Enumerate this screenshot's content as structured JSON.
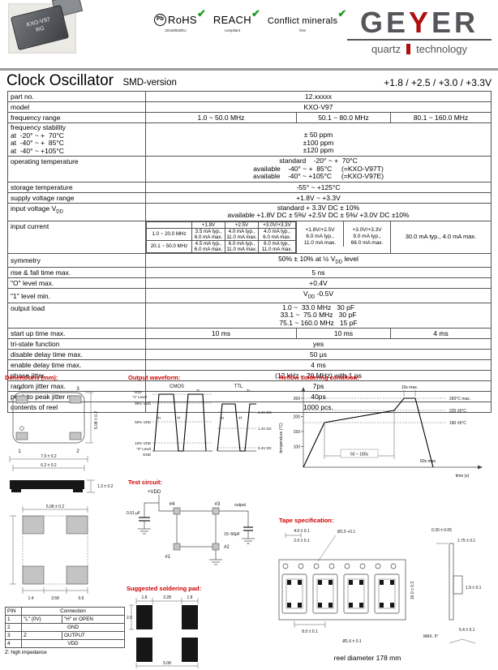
{
  "header": {
    "chip": {
      "line1": "KXO-V97",
      "line2": "RG"
    },
    "badges": {
      "pb": "Pb",
      "rohs": "RoHS",
      "rohs_sub": "2015/863/EU",
      "reach": "REACH",
      "reach_sub": "compliant",
      "conflict": "Conflict minerals",
      "conflict_sub": "free",
      "check": "✔"
    },
    "brand": {
      "ge": "GE",
      "y": "Y",
      "er": "ER",
      "tag_left": "quartz",
      "tag_right": "technology"
    }
  },
  "title": {
    "main": "Clock Oscillator",
    "version": "SMD-version",
    "voltages": "+1.8 / +2.5 / +3.0 / +3.3V"
  },
  "table": {
    "part_no": {
      "label": "part no.",
      "value": "12.xxxxx"
    },
    "model": {
      "label": "model",
      "value": "KXO-V97"
    },
    "frequency_range": {
      "label": "frequency range",
      "v1": "1.0 ~ 50.0 MHz",
      "v2": "50.1 ~ 80.0 MHz",
      "v3": "80.1 ~ 160.0 MHz"
    },
    "frequency_stability": {
      "label": "frequency stability",
      "l1": "at  -20° ~ +  70°C",
      "l2": "at  -40° ~ +  85°C",
      "l3": "at  -40° ~ +105°C",
      "v1": "± 50 ppm",
      "v2": "±100 ppm",
      "v3": "±120 ppm"
    },
    "operating_temperature": {
      "label": "operating temperature",
      "v1": "standard    -20° ~ +  70°C",
      "v2": "available    -40° ~ +  85°C     (=KXO-V97T)",
      "v3": "available    -40° ~ +105°C     (=KXO-V97E)"
    },
    "storage_temperature": {
      "label": "storage temperature",
      "value": "-55° ~ +125°C"
    },
    "supply_voltage": {
      "label": "supply voltage range",
      "value": "+1.8V ~ +3.3V"
    },
    "input_voltage": {
      "label_pre": "input voltage V",
      "label_sub": "DD",
      "v1": "standard + 3.3V DC ± 10%",
      "v2": "available +1.8V DC ± 5%/ +2.5V DC ± 5%/ +3.0V DC ±10%"
    },
    "input_current": {
      "label": "input current",
      "h1": "+1.8V",
      "h2": "+2.5V",
      "h3": "+3.0V/+3.3V",
      "f1": "1.0 ~ 20.0 MHz",
      "f2": "20.1 ~ 50.0 MHz",
      "a1t": "3.5 mA typ.,",
      "a1m": "6.0 mA max.",
      "a2t": "4.0 mA typ.,",
      "a2m": "11.0 mA max.",
      "a3t": "4.0 mA typ.,",
      "a3m": "6.0 mA max.",
      "b1t": "4.5 mA typ.,",
      "b1m": "6.0 mA max.",
      "b2t": "6.0 mA typ.,",
      "b2m": "11.0 mA max.",
      "b3t": "6.0 mA typ.,",
      "b3m": "11.0 mA max.",
      "m1h": "+1.8V/+2.5V",
      "m1t": "6.0 mA typ.,",
      "m1m": "11.0 mA max.",
      "m2h": "+3.0V/+3.3V",
      "m2t": "9.0 mA typ.,",
      "m2m": "66.0 mA max.",
      "right": "30.0 mA typ., 4.0 mA max."
    },
    "symmetry": {
      "label": "symmetry",
      "pre": "50% ± 10% at ½ V",
      "sub": "DD",
      "post": " level"
    },
    "rise_fall": {
      "label": "rise & fall time max.",
      "value": "5 ns"
    },
    "o_level": {
      "label": "\"O\" level max.",
      "value": "+0.4V"
    },
    "one_level": {
      "label": "\"1\" level min.",
      "pre": "V",
      "sub": "DD",
      "post": " -0.5V"
    },
    "output_load": {
      "label": "output load",
      "v1": "1.0 ~  33.0 MHz   30 pF",
      "v2": "33.1 ~  75.0 MHz   30 pF",
      "v3": "75.1 ~ 160.0 MHz   15 pF"
    },
    "startup": {
      "label": "start up time max.",
      "v1": "10 ms",
      "v2": "10 ms",
      "v3": "4 ms"
    },
    "tristate": {
      "label": "tri-state function",
      "value": "yes"
    },
    "disable_delay": {
      "label": "disable delay time max.",
      "value": "50 μs"
    },
    "enable_delay": {
      "label": "enable delay time max.",
      "value": "4 ms"
    },
    "phase_jitter": {
      "label": "phase jitter",
      "value": "(12 kHz – 20 MHz) with 1 ps"
    },
    "random_jitter": {
      "label": "random jitter max.",
      "value": "7ps"
    },
    "p2p_jitter": {
      "label": "peak to peak jitter max.",
      "value": "40ps"
    },
    "reel_contents": {
      "label": "contents of reel",
      "value": "1000 pcs."
    }
  },
  "diagrams": {
    "dimensions": {
      "title": "Dimensions (mm):",
      "pad4": "4",
      "pad3": "3",
      "pad1": "1",
      "pad2": "2",
      "dim_body_h": "5.08 ± 0.2",
      "dim_w1": "7.0 ± 0.2",
      "dim_w2": "6.2 ± 0.2",
      "dim_thickness": "1.3 ± 0.2",
      "dim_pad_top": "5.08 ± 0.2",
      "dim_pad_a": "1.4",
      "dim_pad_b": "3.58",
      "dim_pad_c": "0.6",
      "pin_table": {
        "h1": "PIN",
        "h2": "Connection",
        "r1p": "1",
        "r1a": "\"L\" (0V)",
        "r1b": "\"H\"  or OPEN",
        "r2p": "2",
        "r2a": "GND",
        "r3p": "3",
        "r3a": "Z",
        "r3b": "OUTPUT",
        "r4p": "4",
        "r4a": "VDD",
        "footnote": "Z: high impedance"
      }
    },
    "waveform": {
      "title": "Output waveform:",
      "cmos": "CMOS",
      "ttl": "TTL",
      "vdd": "VDD",
      "lvl1": "\"1\" Level",
      "p90": "90% VDD",
      "p50": "50% VDD",
      "p10": "10% VDD",
      "lvl0": "\"0\" Level",
      "gnd": "GND",
      "dc24": "2.4V DC",
      "dc14": "1.4V DC",
      "dc04": "0.4V DC",
      "tr": "Tr",
      "tf": "Tf",
      "ti": "TI"
    },
    "reflow": {
      "title": "Reflow soldering condition:",
      "t10s": "10s max.",
      "t260": "260°C max.",
      "t220": "220 ±5°C",
      "t180": "180 ±5°C",
      "ytick260": "260",
      "ytick200": "200",
      "ytick150": "150",
      "ytick100": "100",
      "soak": "60 ~ 180s",
      "cool": "60s max.",
      "xlabel": "time (s)",
      "ylabel": "temperature (°C)"
    },
    "test_circuit": {
      "title": "Test circuit:",
      "vdd": "+VDD",
      "cap1": "0.01 μF",
      "p4": "#4",
      "p3": "#3",
      "p1": "#1",
      "p2": "#2",
      "output": "output",
      "cap2": "15~50pF"
    },
    "pad": {
      "title": "Suggested soldering pad:",
      "d1": "1.8",
      "d2": "3.28",
      "d3": "1.8",
      "d4": "2.0",
      "d5": "5.08"
    },
    "tape": {
      "title": "Tape specification:",
      "d_pitch": "4.0 ± 0.1",
      "d_hole_off": "2.0 ± 0.1",
      "d_hole": "Ø1.5 +0.1",
      "d_thk": "0.30 ± 0.05",
      "d_175": "1.75 ± 0.1",
      "d_width": "16.0 ± 0.3",
      "d_pocket_pitch": "8.0 ± 0.1",
      "d_emboss": "Ø1.6 ± 0.1",
      "d_54": "5.4 ± 0.1",
      "d_19": "1.9 ± 0.1",
      "d_angle": "MAX. 5°",
      "reel": "reel diameter 178 mm"
    }
  }
}
